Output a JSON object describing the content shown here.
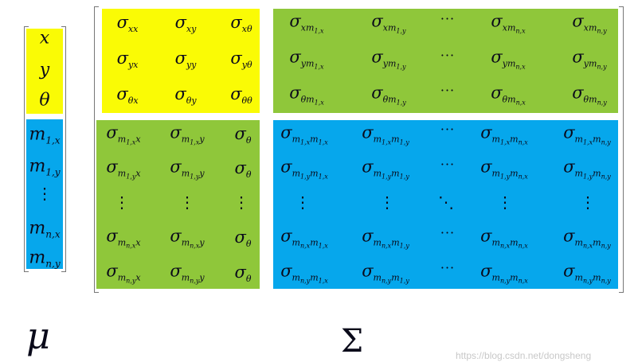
{
  "colors": {
    "state": "#fafb05",
    "cross": "#8fc73a",
    "landmark": "#06a7ec"
  },
  "labels": {
    "mu": "μ",
    "sigma": "Σ"
  },
  "watermark": "https://blog.csdn.net/dongsheng",
  "ellipsis": {
    "h": "···",
    "v": "⋮",
    "d": "⋱"
  }
}
